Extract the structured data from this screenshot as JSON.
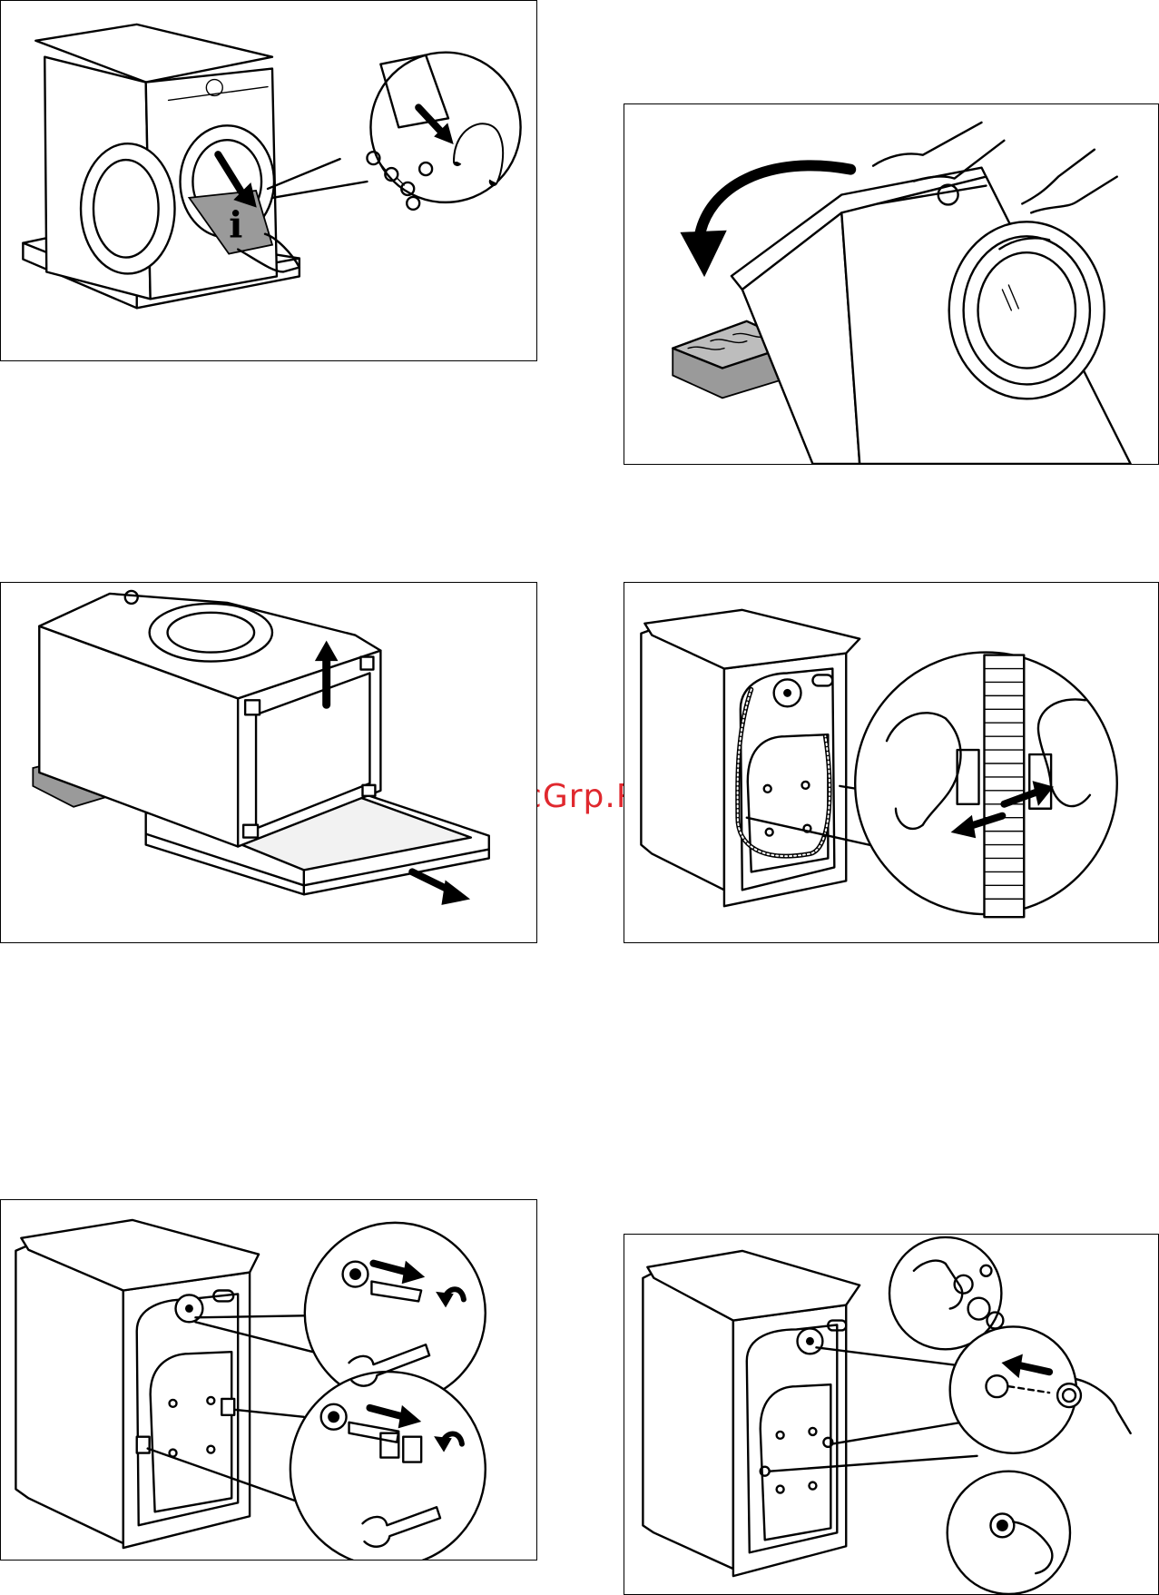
{
  "watermark": {
    "text": "McGrp.Ru",
    "color": "#e0282e"
  },
  "info_symbol": "i",
  "illustrations": [
    {
      "id": "step-1",
      "icons": [
        "washing-machine-icon",
        "open-door-icon",
        "info-booklet-icon",
        "arrow-icon",
        "hose-bracket-icon",
        "spacer-parts-icon"
      ]
    },
    {
      "id": "step-2",
      "icons": [
        "washing-machine-icon",
        "tilt-arrow-icon",
        "hands-icon",
        "polystyrene-block-icon"
      ]
    },
    {
      "id": "step-3",
      "icons": [
        "washing-machine-icon",
        "arrow-up-icon",
        "arrow-down-right-icon",
        "base-packing-icon",
        "polystyrene-block-icon"
      ]
    },
    {
      "id": "step-4",
      "icons": [
        "washing-machine-rear-icon",
        "hose-icon",
        "hands-icon",
        "clip-icon",
        "arrow-icon"
      ]
    },
    {
      "id": "step-5",
      "icons": [
        "washing-machine-rear-icon",
        "transit-bolt-icon",
        "spanner-icon",
        "rotate-arrow-icon"
      ]
    },
    {
      "id": "step-6",
      "icons": [
        "washing-machine-rear-icon",
        "plastic-cap-icon",
        "hands-icon",
        "arrow-icon"
      ]
    }
  ]
}
